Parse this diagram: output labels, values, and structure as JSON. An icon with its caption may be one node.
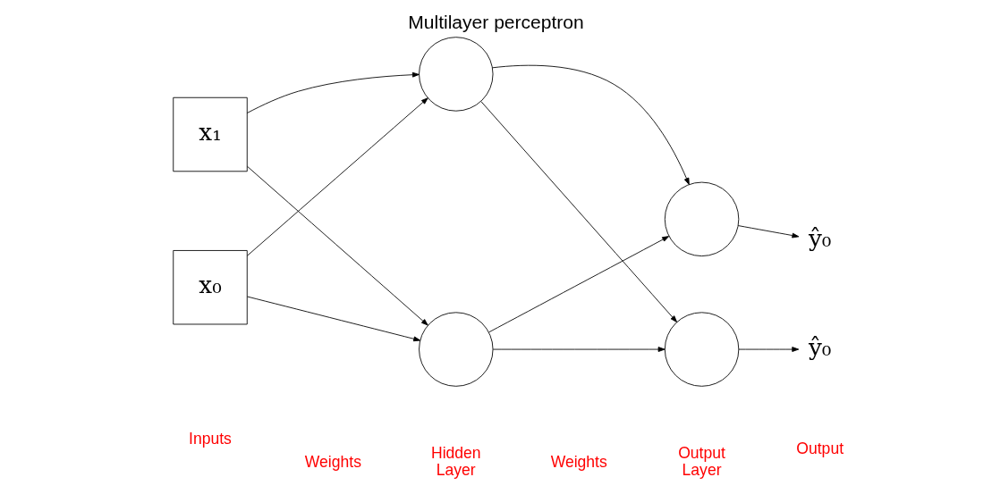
{
  "diagram": {
    "title": "Multilayer perceptron",
    "nodes": [
      {
        "text": [
          "x₀"
        ]
      },
      {
        "text": [
          "x₁"
        ]
      },
      {
        "text": [],
        "shape": "circle"
      },
      {
        "text": [],
        "shape": "circle"
      },
      {
        "text": [],
        "shape": "circle"
      },
      {
        "text": [],
        "shape": "circle"
      },
      {
        "text": [
          "ŷ₀"
        ]
      },
      {
        "text": [
          "ŷ₀"
        ]
      }
    ],
    "edges": [
      {
        "from": 0,
        "to": 2,
        "arrow": "to"
      },
      {
        "from": 0,
        "to": 3,
        "arrow": "to"
      },
      {
        "from": 1,
        "to": 2,
        "arrow": "to"
      },
      {
        "from": 1,
        "to": 3,
        "arrow": "to"
      },
      {
        "from": 2,
        "to": 4,
        "arrow": "to"
      },
      {
        "from": 2,
        "to": 5,
        "arrow": "to"
      },
      {
        "from": 3,
        "to": 4,
        "arrow": "to"
      },
      {
        "from": 3,
        "to": 5,
        "arrow": "to"
      },
      {
        "from": 4,
        "to": 6,
        "arrow": "to"
      },
      {
        "from": 5,
        "to": 7,
        "arrow": "to"
      }
    ],
    "labels": [
      "Inputs",
      "Weights",
      "Hidden Layer",
      "Weights",
      "Output Layer",
      "Output"
    ]
  }
}
